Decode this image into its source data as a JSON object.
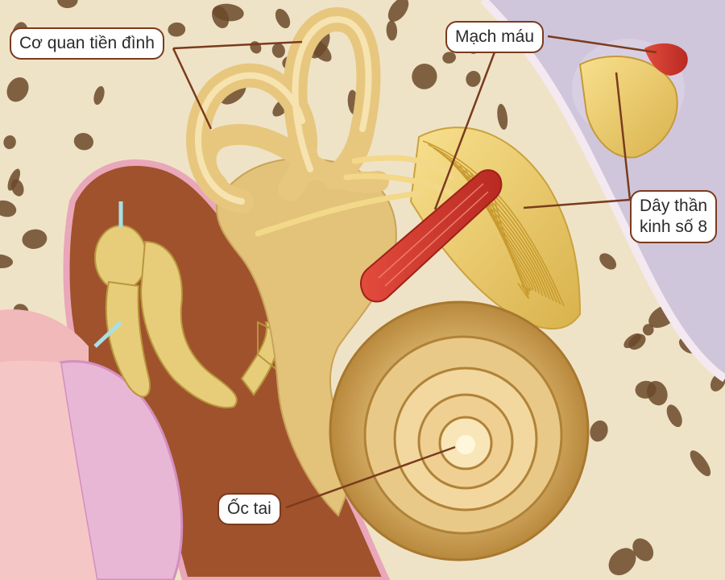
{
  "labels": {
    "vestibular": "Cơ quan tiền đình",
    "vessel": "Mạch máu",
    "nerve_line1": "Dây thần",
    "nerve_line2": "kinh số 8",
    "cochlea": "Ốc tai"
  },
  "colors": {
    "bone": "#efe3c7",
    "bone_pore": "#6b4a2a",
    "middle_ear": "#a0522d",
    "structure_gold": "#e7c77e",
    "vessel_red": "#d93a2f",
    "nerve_yellow": "#f0cf6a",
    "membrane_pink": "#e9b7d6",
    "leader_line": "#7a3b1e"
  }
}
